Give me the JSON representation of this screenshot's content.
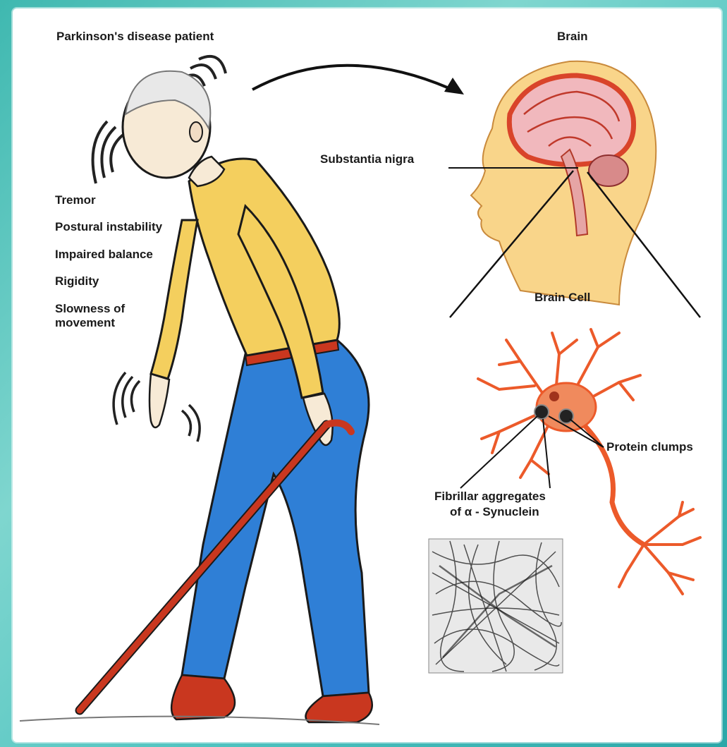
{
  "patient": {
    "title": "Parkinson's disease patient",
    "symptoms": [
      "Tremor",
      "Postural instability",
      "Impaired balance",
      "Rigidity",
      "Slowness of movement"
    ]
  },
  "brain": {
    "title": "Brain",
    "region_label": "Substantia nigra"
  },
  "cell": {
    "title": "Brain Cell",
    "protein_label": "Protein clumps",
    "fibril_label_line1": "Fibrillar aggregates",
    "fibril_label_line2": "of α - Synuclein"
  },
  "colors": {
    "shirt": "#f4cf5e",
    "trousers": "#2f7fd6",
    "cane_and_shoes": "#c9371f",
    "neuron": "#ec5a2a",
    "brain_outer": "#d9442a",
    "background_frame": "#4fc3c0"
  }
}
